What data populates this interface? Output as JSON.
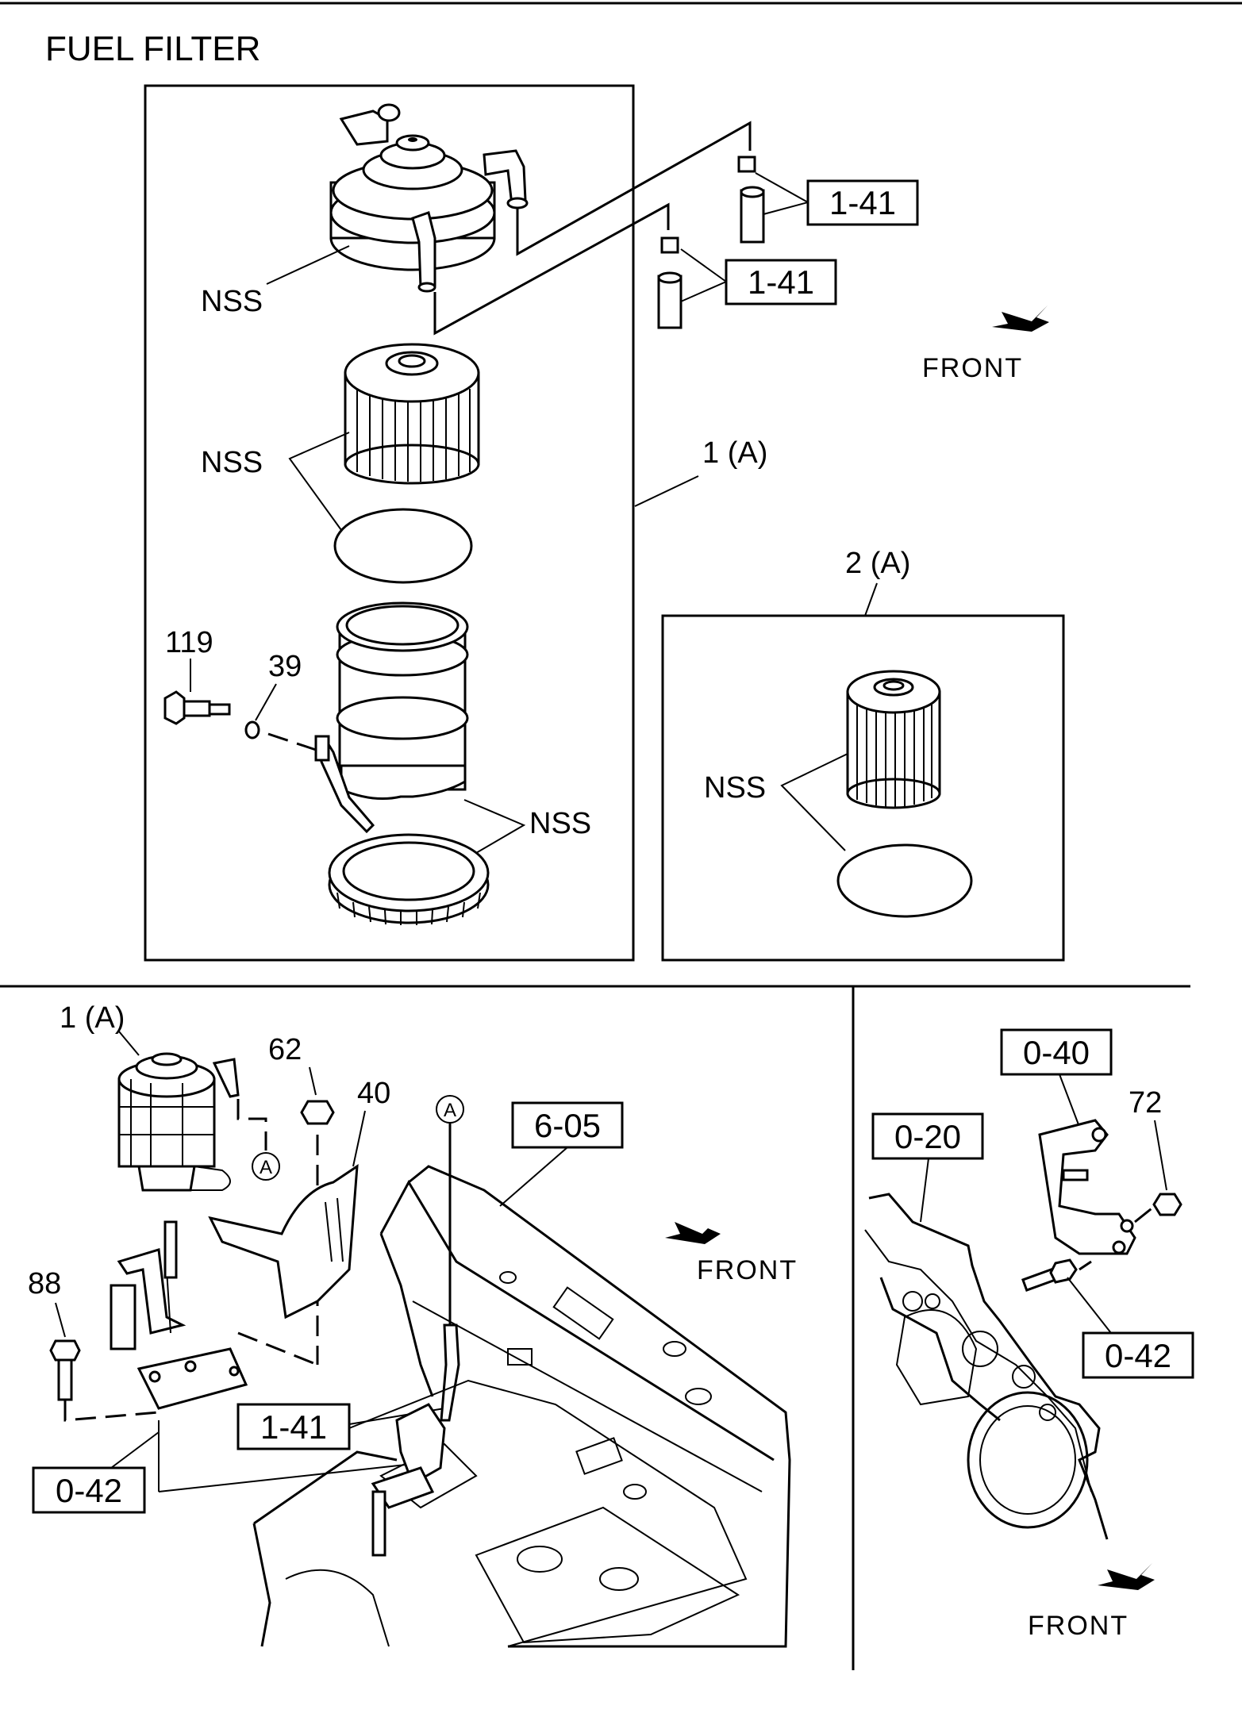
{
  "title": "FUEL FILTER",
  "labels": {
    "nss_head": "NSS",
    "nss_element": "NSS",
    "nss_bowl": "NSS",
    "nss_kit": "NSS",
    "part_119": "119",
    "part_39": "39",
    "assy_1a_top": "1 (A)",
    "kit_2a": "2 (A)",
    "assy_1a_bottom": "1 (A)",
    "part_62": "62",
    "part_40": "40",
    "part_88": "88",
    "part_72": "72",
    "marker_a": "A"
  },
  "boxed_refs": {
    "ref_top_1": "1-41",
    "ref_top_2": "1-41",
    "ref_6_05": "6-05",
    "ref_bottom_1_41": "1-41",
    "ref_bottom_0_42": "0-42",
    "ref_0_40": "0-40",
    "ref_0_20": "0-20",
    "ref_right_0_42": "0-42"
  },
  "front_labels": {
    "top": "FRONT",
    "middle": "FRONT",
    "bottom": "FRONT"
  },
  "icons": [
    "front-arrow-icon",
    "circle-a-marker-icon"
  ]
}
